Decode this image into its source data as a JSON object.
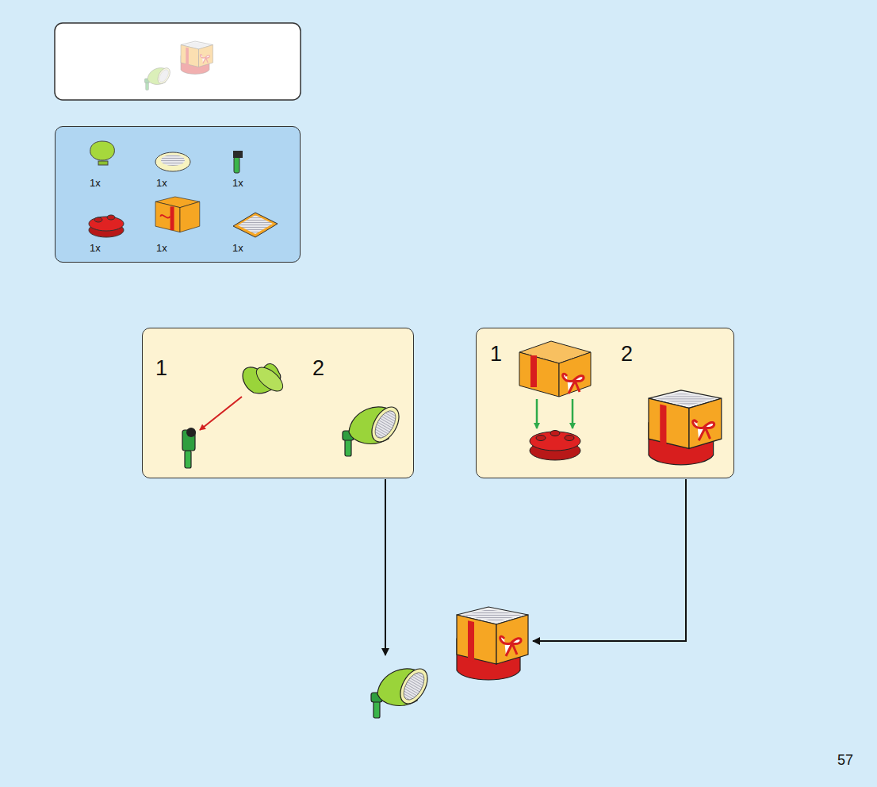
{
  "diagram": {
    "nodes": [
      {
        "text": [
          "1x",
          "1x",
          "1x",
          "1x",
          "1x",
          "1x"
        ]
      },
      {
        "text": [
          "1",
          "2"
        ]
      },
      {
        "text": [
          "1",
          "2"
        ]
      }
    ],
    "labels": [
      "57"
    ]
  }
}
